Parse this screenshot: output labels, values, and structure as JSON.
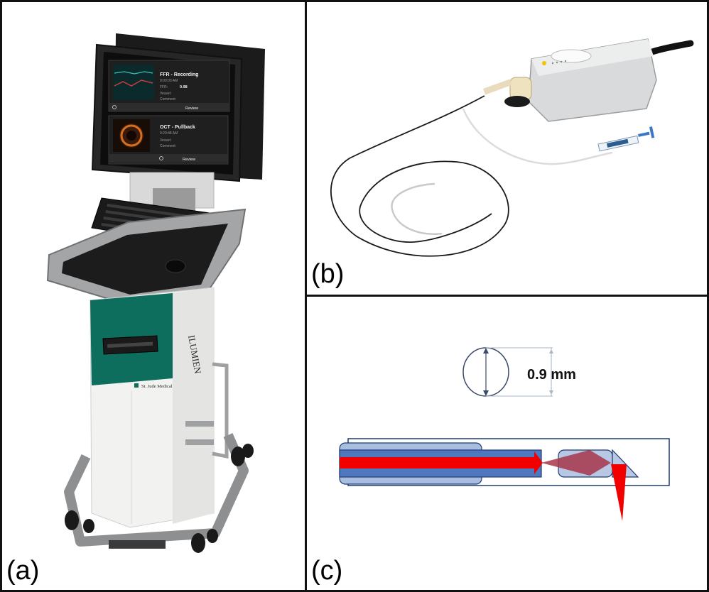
{
  "panels": {
    "a": {
      "label": "(a)",
      "screen_top": {
        "title": "FFR - Recording",
        "time": "9:00:03 AM",
        "ffr_label": "FFR:",
        "ffr_value": "0.98",
        "vessel_label": "Vessel:",
        "comment_label": "Comment:",
        "review_label": "Review"
      },
      "screen_bottom": {
        "title": "OCT - Pullback",
        "time": "9:29:48 AM",
        "vessel_label": "Vessel:",
        "comment_label": "Comment:",
        "review_label": "Review"
      },
      "cart_brand": "ILUMIEN",
      "maker": "St. Jude Medical",
      "colors": {
        "accent": "#0e6e5e",
        "body": "#f2f2f0",
        "frame": "#8d8f91"
      }
    },
    "b": {
      "label": "(b)",
      "icons": [
        "drive-unit-icon",
        "catheter-coil-icon",
        "syringe-icon"
      ]
    },
    "c": {
      "label": "(c)",
      "diameter_label": "0.9 mm",
      "colors": {
        "beam": "#f20000",
        "tube": "#4f78bf",
        "outline": "#1f3a72"
      }
    }
  }
}
